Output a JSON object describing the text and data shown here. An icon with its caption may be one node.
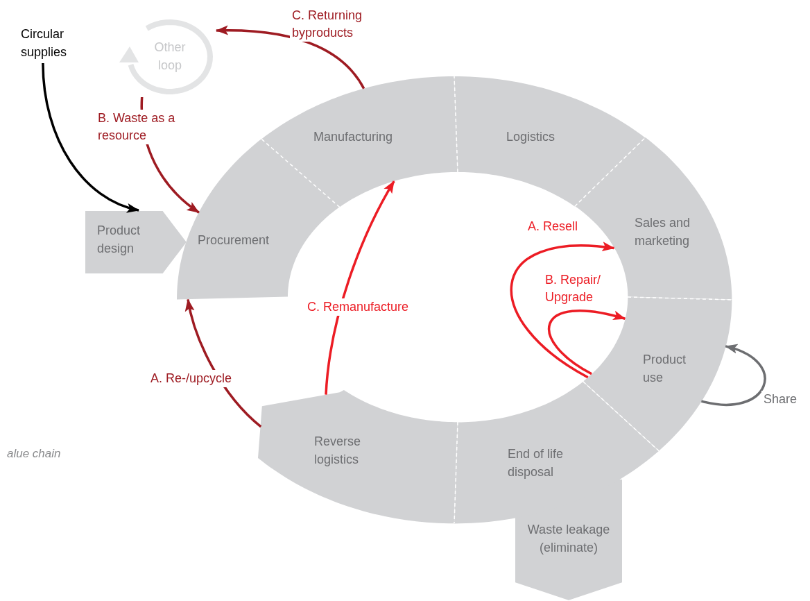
{
  "diagram": {
    "nodes": [
      {
        "text": [
          "Circular supplies"
        ]
      },
      {
        "text": [
          "Other loop"
        ]
      },
      {
        "text": [
          "Product design"
        ]
      },
      {
        "text": [
          "Procurement"
        ]
      },
      {
        "text": [
          "Manufacturing"
        ]
      },
      {
        "text": [
          "Logistics"
        ]
      },
      {
        "text": [
          "Sales and marketing"
        ]
      },
      {
        "text": [
          "Product use"
        ]
      },
      {
        "text": [
          "End of life disposal"
        ]
      },
      {
        "text": [
          "Reverse logistics"
        ]
      },
      {
        "text": [
          "Waste leakage (eliminate)"
        ]
      }
    ],
    "edges": [
      {
        "from": 0,
        "to": 2,
        "arrow": "to",
        "color": "#000000"
      },
      {
        "from": 1,
        "to": 3,
        "arrow": "to",
        "label": "B. Waste as a resource",
        "color": "#9e1b22"
      },
      {
        "from": 4,
        "to": 1,
        "arrow": "to",
        "label": "C. Returning byproducts",
        "color": "#9e1b22"
      },
      {
        "from": 9,
        "to": 4,
        "arrow": "to",
        "label": "C. Remanufacture",
        "color": "#ec1c24"
      },
      {
        "from": 9,
        "to": 3,
        "arrow": "to",
        "label": "A. Re-/upcycle",
        "color": "#9e1b22"
      },
      {
        "from": 7,
        "to": 6,
        "arrow": "to",
        "label": "A. Resell",
        "color": "#ec1c24"
      },
      {
        "from": 7,
        "to": 7,
        "arrow": "to",
        "label": "B. Repair/ Upgrade",
        "color": "#ec1c24"
      },
      {
        "from": 7,
        "to": 7,
        "arrow": "to",
        "label": "Share",
        "color": "#6d6e71"
      }
    ],
    "labels": [
      "alue chain"
    ]
  }
}
